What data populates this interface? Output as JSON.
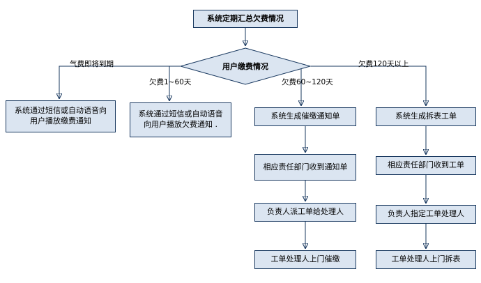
{
  "flowchart": {
    "start": "系统定期汇总欠费情况",
    "decision": "用户缴费情况",
    "branch_labels": {
      "due_soon": "气费即将到期",
      "overdue_1_60": "欠费1~60天",
      "overdue_60_120": "欠费60~120天",
      "overdue_120_plus": "欠费120天以上"
    },
    "branch_due_soon": [
      "系统通过短信或自动语音向用户播放缴费通知"
    ],
    "branch_1_60": [
      "系统通过短信或自动语音向用户播放欠费通知 ."
    ],
    "branch_60_120": [
      "系统生成催缴通知单",
      "相应责任部门收到通知单",
      "负责人派工单给处理人",
      "工单处理人上门催缴"
    ],
    "branch_120_plus": [
      "系统生成拆表工单",
      "相应责任部门收到工单",
      "负责人指定工单处理人",
      "工单处理人上门拆表"
    ],
    "colors": {
      "node_fill": "#dbe5f1",
      "node_border": "#17375e",
      "connector": "#17375e"
    }
  }
}
